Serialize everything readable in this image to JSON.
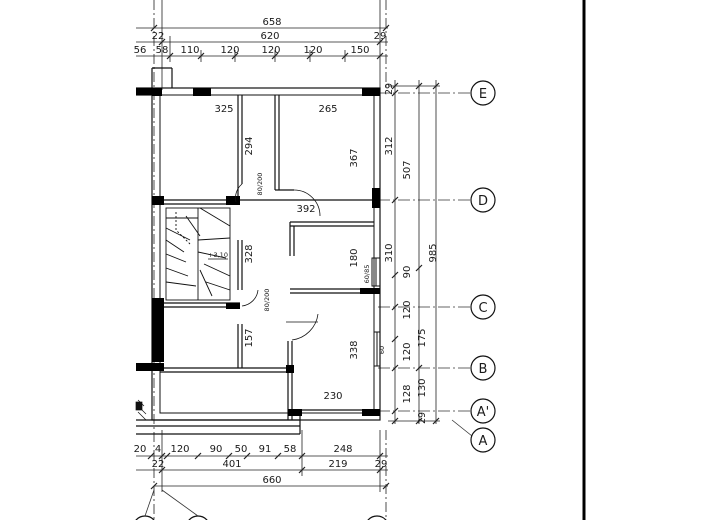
{
  "top_dims": {
    "total": "658",
    "row2_a": "22",
    "row2_b": "620",
    "row2_c": "29",
    "row3": [
      "56",
      "58",
      "110",
      "120",
      "120",
      "120",
      "150"
    ]
  },
  "bottom_dims": {
    "row1": [
      "20",
      "4",
      "120",
      "90",
      "50",
      "91",
      "58",
      "248"
    ],
    "row2": [
      "22",
      "401",
      "219",
      "29"
    ],
    "total": "660"
  },
  "right_dims": {
    "inner": [
      "29",
      "312",
      "310",
      "90",
      "120",
      "120",
      "130",
      "29"
    ],
    "mid": [
      "507",
      "175",
      "128"
    ],
    "outer": "985"
  },
  "rooms": {
    "top_left_width": "325",
    "top_right_width": "265",
    "hall_height": "294",
    "room_height": "367",
    "door_80_200": "80/200",
    "door_60_200": "80/200",
    "dim_392": "392",
    "dim_328": "328",
    "dim_180": "180",
    "dim_157": "157",
    "dim_338": "338",
    "dim_230": "230",
    "level": "+3,10",
    "window_label": "60/85",
    "small_mark": "60"
  },
  "axes": [
    "E",
    "D",
    "C",
    "B",
    "A'",
    "A"
  ]
}
